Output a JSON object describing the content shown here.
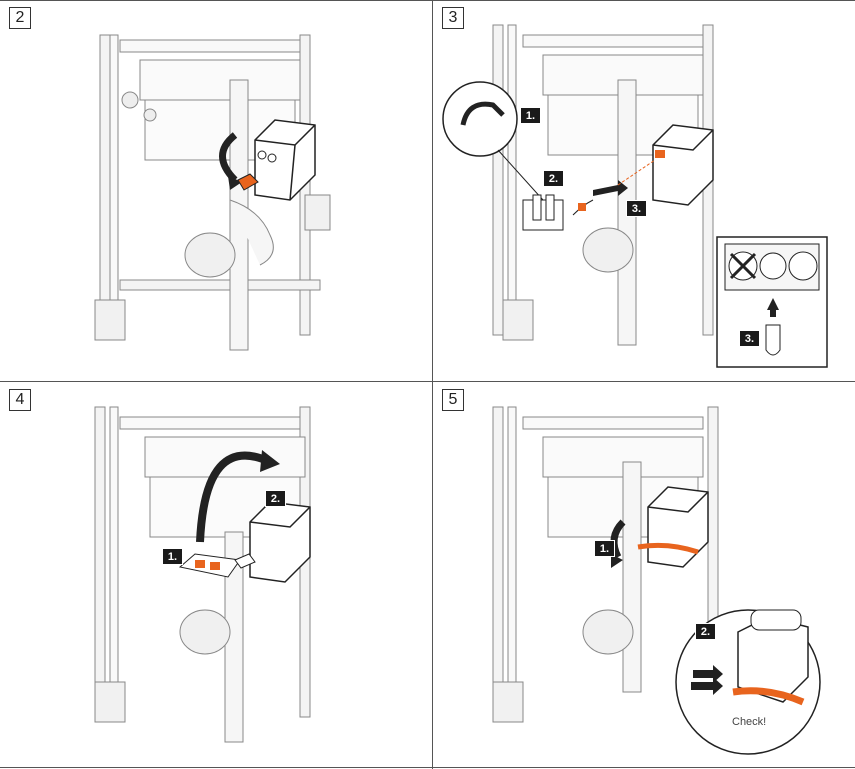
{
  "steps": [
    {
      "number": "2",
      "callouts": []
    },
    {
      "number": "3",
      "callouts": [
        "1.",
        "2.",
        "3.",
        "3."
      ]
    },
    {
      "number": "4",
      "callouts": [
        "1.",
        "2."
      ]
    },
    {
      "number": "5",
      "callouts": [
        "1.",
        "2."
      ],
      "detail_text": "Check!"
    }
  ],
  "colors": {
    "line": "#555555",
    "accent": "#e8641e",
    "dark": "#1a1a1a",
    "frame_fill": "#f2f2f2"
  },
  "icons": [
    "frame-illustration",
    "motor-box-icon",
    "plug-connector-icon",
    "arrow-icon",
    "crossed-socket-icon"
  ]
}
